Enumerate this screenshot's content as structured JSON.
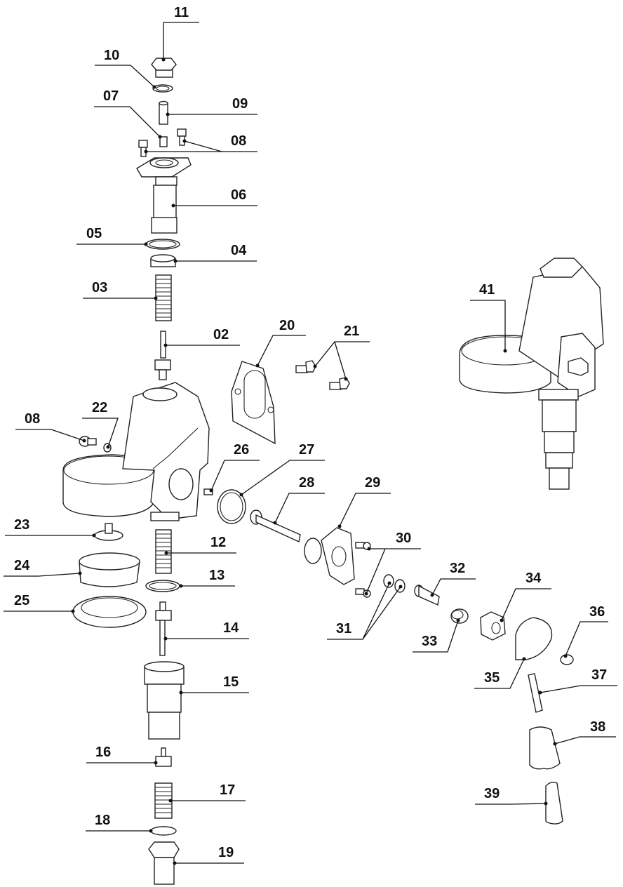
{
  "diagram": {
    "type": "exploded-parts-view",
    "labels": [
      "11",
      "10",
      "09",
      "07",
      "08",
      "06",
      "05",
      "04",
      "03",
      "02",
      "20",
      "21",
      "08",
      "22",
      "26",
      "27",
      "28",
      "29",
      "30",
      "31",
      "32",
      "33",
      "34",
      "35",
      "36",
      "37",
      "38",
      "39",
      "41",
      "23",
      "24",
      "25",
      "12",
      "13",
      "14",
      "15",
      "16",
      "17",
      "18",
      "19"
    ],
    "parts": {
      "p02": "02",
      "p03": "03",
      "p04": "04",
      "p05": "05",
      "p06": "06",
      "p07": "07",
      "p08a": "08",
      "p08b": "08",
      "p09": "09",
      "p10": "10",
      "p11": "11",
      "p12": "12",
      "p13": "13",
      "p14": "14",
      "p15": "15",
      "p16": "16",
      "p17": "17",
      "p18": "18",
      "p19": "19",
      "p20": "20",
      "p21": "21",
      "p22": "22",
      "p23": "23",
      "p24": "24",
      "p25": "25",
      "p26": "26",
      "p27": "27",
      "p28": "28",
      "p29": "29",
      "p30": "30",
      "p31": "31",
      "p32": "32",
      "p33": "33",
      "p34": "34",
      "p35": "35",
      "p36": "36",
      "p37": "37",
      "p38": "38",
      "p39": "39",
      "p41": "41"
    }
  }
}
